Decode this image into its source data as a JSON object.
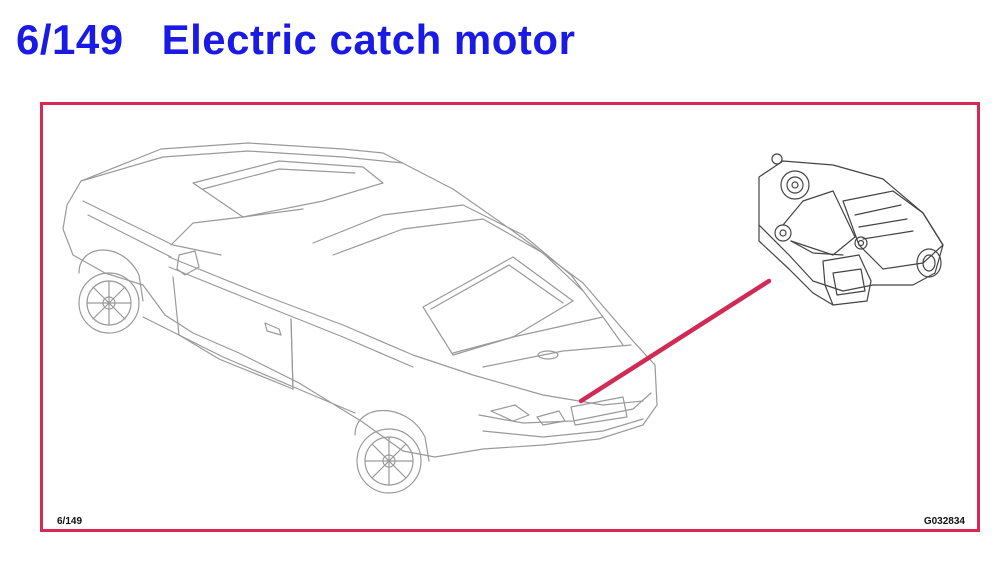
{
  "title": {
    "number": "6/149",
    "text": "Electric catch motor"
  },
  "figure": {
    "ref_left": "6/149",
    "ref_right": "G032834"
  },
  "colors": {
    "title": "#1a1ae6",
    "frame": "#d62a55",
    "pointer": "#d02a55",
    "line_art": "#9a9a9a"
  }
}
